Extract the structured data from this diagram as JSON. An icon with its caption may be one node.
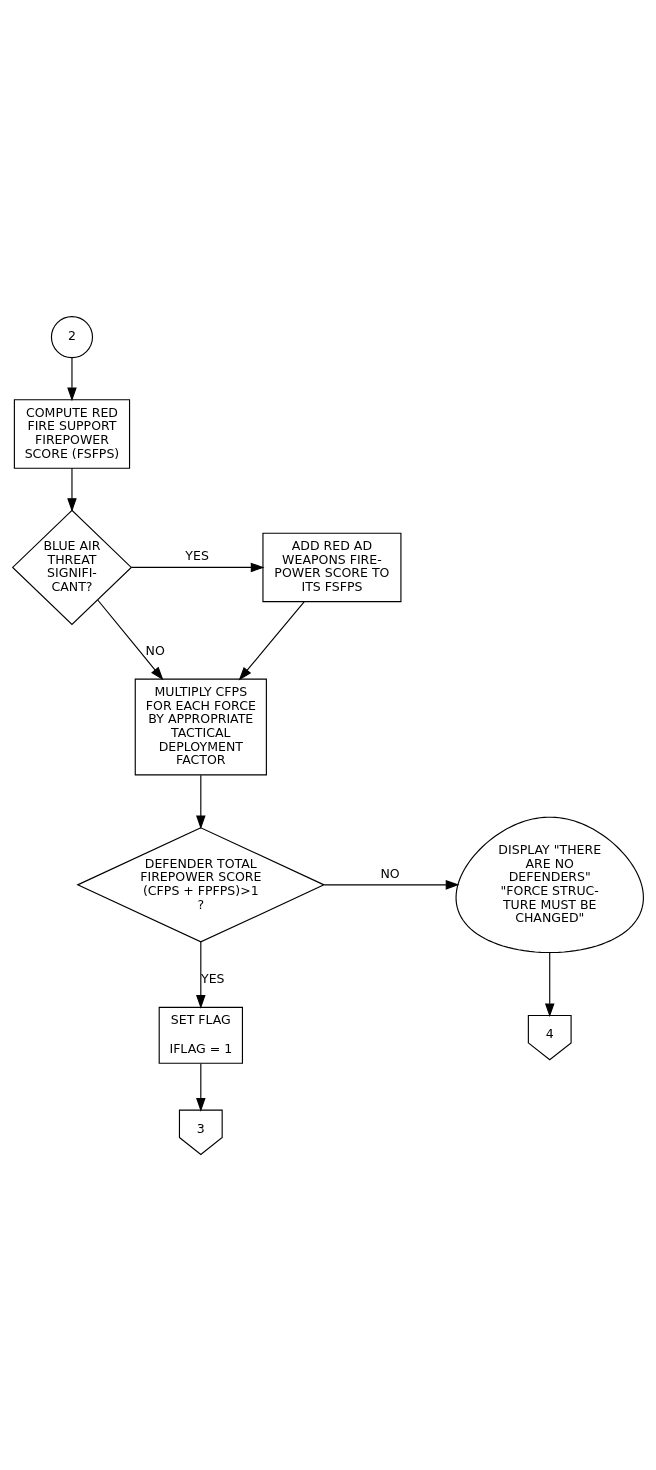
{
  "diagram": {
    "nodes": [
      {
        "text": [
          "2"
        ]
      },
      {
        "text": [
          "COMPUTE RED FIRE SUPPORT FIREPOWER SCORE (FSFPS)"
        ]
      },
      {
        "text": [
          "BLUE AIR THREAT SIGNIFI- CANT?"
        ]
      },
      {
        "text": [
          "ADD RED AD WEAPONS FIRE- POWER SCORE TO ITS FSFPS"
        ]
      },
      {
        "text": [
          "MULTIPLY CFPS FOR EACH FORCE BY APPROPRIATE TACTICAL DEPLOYMENT FACTOR"
        ]
      },
      {
        "text": [
          "DEFENDER TOTAL FIREPOWER SCORE (CFPS + FPFPS)>1 ?"
        ]
      },
      {
        "text": [
          "DISPLAY \"THERE ARE NO DEFENDERS\" \"FORCE STRUC- TURE MUST BE CHANGED\""
        ]
      },
      {
        "text": [
          "SET FLAG",
          "IFLAG = 1"
        ]
      },
      {
        "text": [
          "3"
        ]
      },
      {
        "text": [
          "4"
        ]
      }
    ],
    "edges": [
      {
        "from": 0,
        "to": 1,
        "arrow": "to"
      },
      {
        "from": 1,
        "to": 2,
        "arrow": "to"
      },
      {
        "from": 2,
        "to": 3,
        "arrow": "to",
        "label": "YES"
      },
      {
        "from": 2,
        "to": 4,
        "arrow": "to",
        "label": "NO"
      },
      {
        "from": 3,
        "to": 4,
        "arrow": "to"
      },
      {
        "from": 4,
        "to": 5,
        "arrow": "to"
      },
      {
        "from": 5,
        "to": 6,
        "arrow": "to",
        "label": "NO"
      },
      {
        "from": 5,
        "to": 7,
        "arrow": "to",
        "label": "YES"
      },
      {
        "from": 7,
        "to": 8,
        "arrow": "to"
      },
      {
        "from": 6,
        "to": 9,
        "arrow": "to"
      }
    ]
  }
}
